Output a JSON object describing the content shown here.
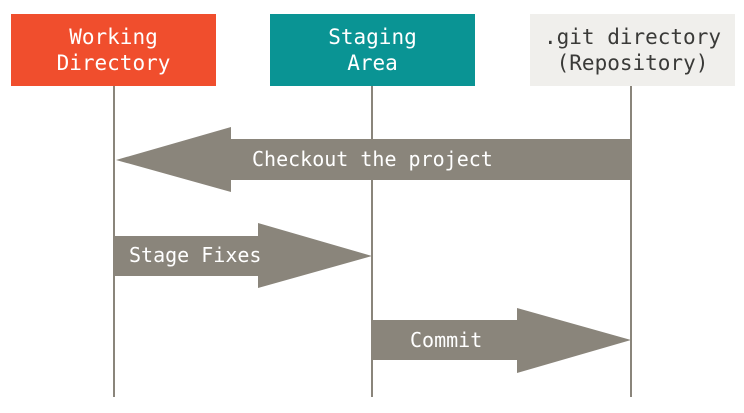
{
  "columns": {
    "working": {
      "line1": "Working",
      "line2": "Directory",
      "color": "#f04e2d"
    },
    "staging": {
      "line1": "Staging",
      "line2": "Area",
      "color": "#0a9494"
    },
    "git": {
      "line1": ".git directory",
      "line2": "(Repository)",
      "color": "#f0efec"
    }
  },
  "arrows": {
    "checkout": {
      "label": "Checkout the project",
      "direction": "left",
      "from": "git",
      "to": "working"
    },
    "stage": {
      "label": "Stage Fixes",
      "direction": "right",
      "from": "working",
      "to": "staging"
    },
    "commit": {
      "label": "Commit",
      "direction": "right",
      "from": "staging",
      "to": "git"
    }
  },
  "colors": {
    "arrow": "#8a857b",
    "lifeline": "#8a857b",
    "background": "#ffffff"
  }
}
